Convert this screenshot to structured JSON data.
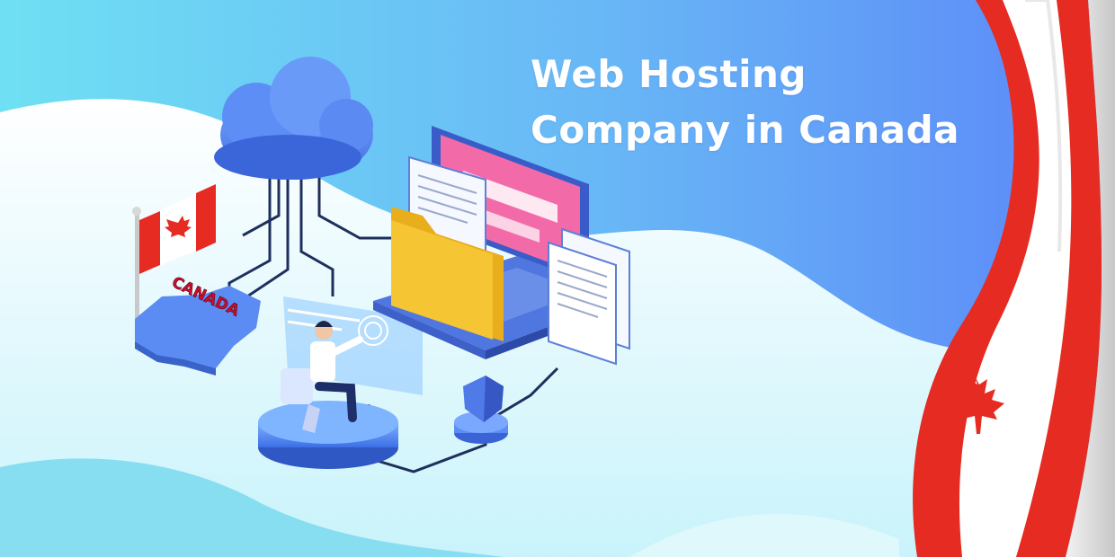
{
  "headline": {
    "line1": "Web Hosting",
    "line2": "Company in Canada"
  },
  "illustration": {
    "map_label": "CANADA",
    "icons": [
      "cloud-icon",
      "canadian-flag-icon",
      "canada-map-icon",
      "laptop-icon",
      "folder-icon",
      "document-icon",
      "shield-icon",
      "maple-leaf-icon",
      "user-at-holo-screen-icon"
    ]
  },
  "colors": {
    "bg_gradient_start": "#6fe0f3",
    "bg_gradient_end": "#5b8ff9",
    "flag_red": "#e52b22",
    "flag_white": "#ffffff",
    "folder_yellow": "#f6c533",
    "screen_pink": "#f36aa8",
    "platform_blue": "#4a7ff0"
  }
}
